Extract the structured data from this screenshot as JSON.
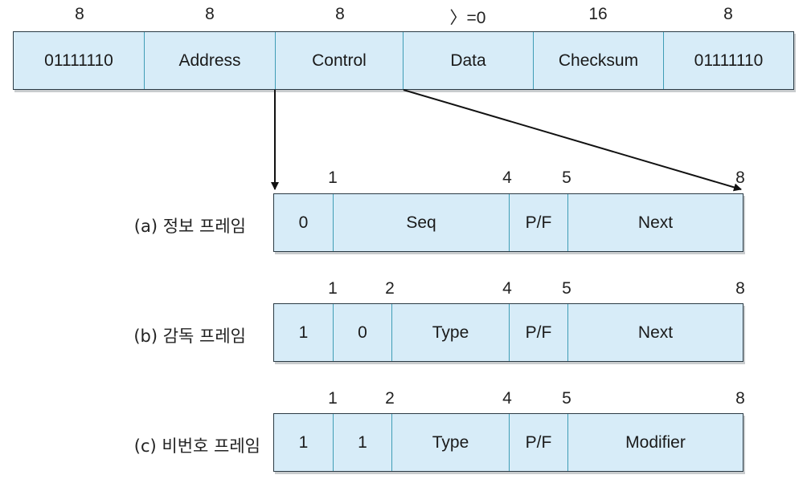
{
  "top_frame": {
    "bit_labels": [
      "8",
      "8",
      "8",
      "〉=0",
      "16",
      "8"
    ],
    "fields": [
      "01111110",
      "Address",
      "Control",
      "Data",
      "Checksum",
      "01111110"
    ]
  },
  "frames": [
    {
      "label": "(a) 정보 프레임",
      "bit_labels": [
        "1",
        "4",
        "5",
        "8"
      ],
      "fields": [
        "0",
        "Seq",
        "P/F",
        "Next"
      ]
    },
    {
      "label": "(b) 감독 프레임",
      "bit_labels": [
        "1",
        "2",
        "4",
        "5",
        "8"
      ],
      "fields": [
        "1",
        "0",
        "Type",
        "P/F",
        "Next"
      ]
    },
    {
      "label": "(c) 비번호 프레임",
      "bit_labels": [
        "1",
        "2",
        "4",
        "5",
        "8"
      ],
      "fields": [
        "1",
        "1",
        "Type",
        "P/F",
        "Modifier"
      ]
    }
  ]
}
